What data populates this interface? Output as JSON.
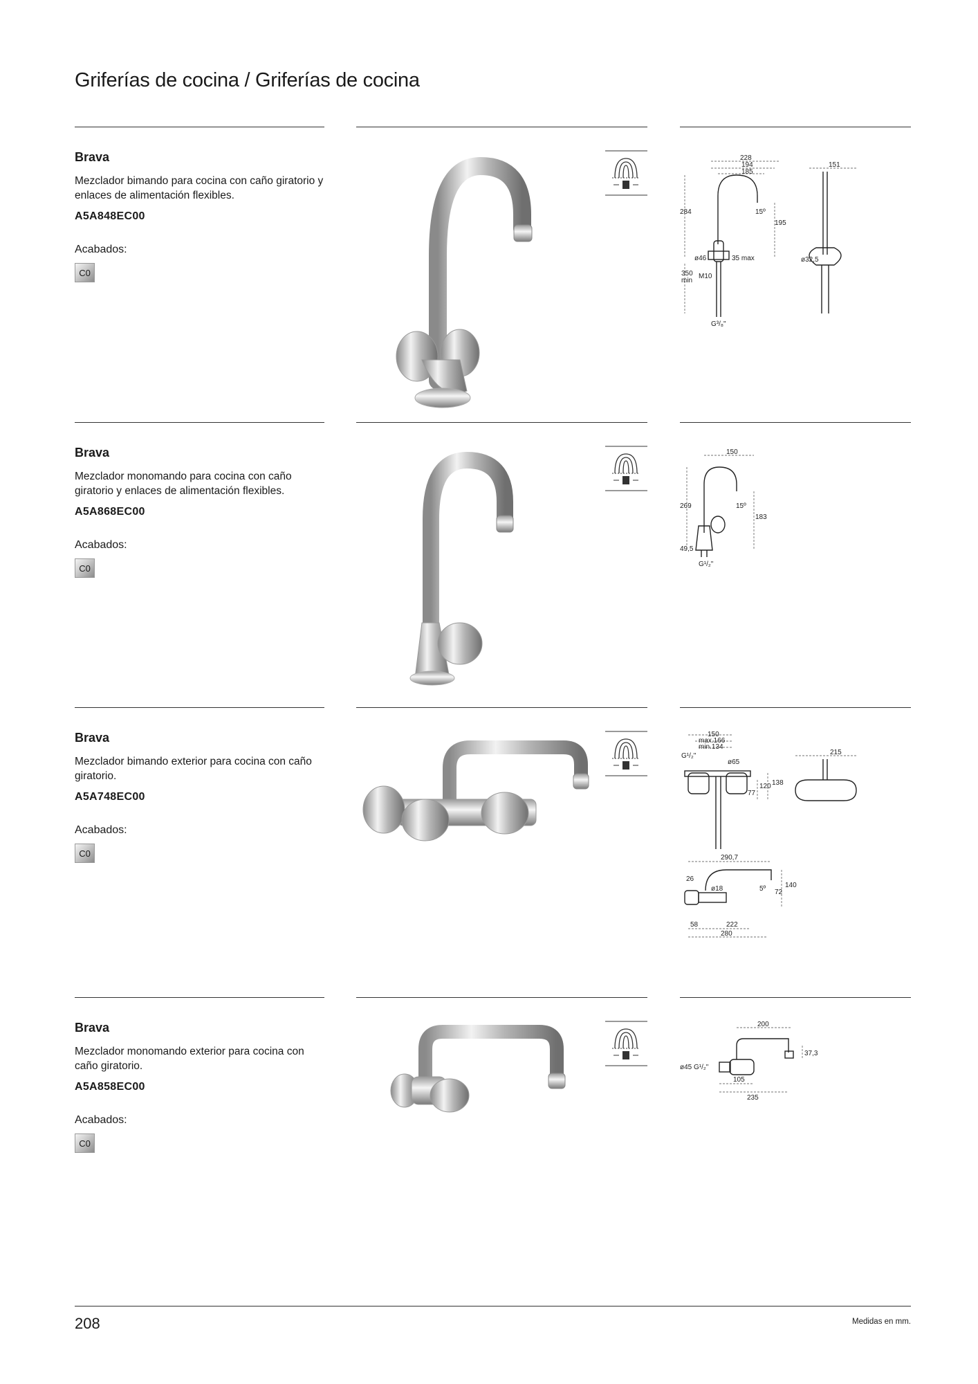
{
  "header": {
    "title": "Griferías de cocina / Griferías de cocina"
  },
  "products": [
    {
      "name": "Brava",
      "description": "Mezclador bimando para cocina con caño giratorio y enlaces de alimentación flexibles.",
      "code": "A5A848EC00",
      "finishes_label": "Acabados:",
      "finish": "C0"
    },
    {
      "name": "Brava",
      "description": "Mezclador monomando para cocina con caño giratorio y enlaces de alimentación flexibles.",
      "code": "A5A868EC00",
      "finishes_label": "Acabados:",
      "finish": "C0"
    },
    {
      "name": "Brava",
      "description": "Mezclador bimando exterior para cocina con caño giratorio.",
      "code": "A5A748EC00",
      "finishes_label": "Acabados:",
      "finish": "C0"
    },
    {
      "name": "Brava",
      "description": "Mezclador monomando exterior para cocina con caño giratorio.",
      "code": "A5A858EC00",
      "finishes_label": "Acabados:",
      "finish": "C0"
    }
  ],
  "dimensions": {
    "p1": {
      "d228": "228",
      "d194": "194",
      "d185": "185",
      "d284": "284",
      "d15": "15º",
      "d195": "195",
      "d46": "ø46",
      "d35": "35 max",
      "d350": "350",
      "dmin": "min",
      "m10": "M10",
      "g": "G³/₈\"",
      "d151": "151",
      "d325": "ø32,5"
    },
    "p2": {
      "d150": "150",
      "d269": "269",
      "d15": "15º",
      "d183": "183",
      "d495": "49,5",
      "g": "G¹/₂\""
    },
    "p3": {
      "d150": "150",
      "dmax": "max.166",
      "dmin": "min.134",
      "g": "G¹/₂\"",
      "d65": "ø65",
      "d120": "120",
      "d138": "138",
      "d77": "77",
      "d215": "215",
      "d2907": "290,7",
      "d26": "26",
      "d140": "140",
      "d18": "ø18",
      "d5": "5º",
      "d72": "72",
      "d58": "58",
      "d222": "222",
      "d280": "280"
    },
    "p4": {
      "d200": "200",
      "d373": "37,3",
      "d45": "ø45 G¹/₂\"",
      "d105": "105",
      "d235": "235"
    }
  },
  "footer": {
    "page_number": "208",
    "note": "Medidas en mm."
  }
}
